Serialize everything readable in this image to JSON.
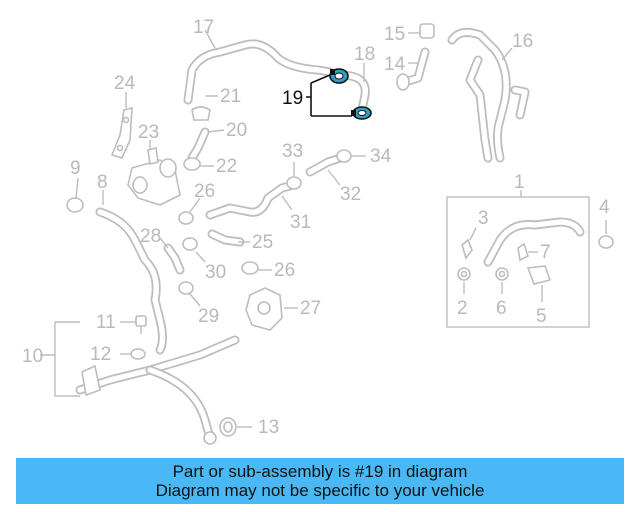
{
  "diagram": {
    "callouts": {
      "c1": "1",
      "c2": "2",
      "c3": "3",
      "c4": "4",
      "c5": "5",
      "c6": "6",
      "c7": "7",
      "c8": "8",
      "c9": "9",
      "c10": "10",
      "c11": "11",
      "c12": "12",
      "c13": "13",
      "c14": "14",
      "c15": "15",
      "c16": "16",
      "c17": "17",
      "c18": "18",
      "c19": "19",
      "c20": "20",
      "c21": "21",
      "c22": "22",
      "c23": "23",
      "c24": "24",
      "c25": "25",
      "c26a": "26",
      "c26b": "26",
      "c27": "27",
      "c28": "28",
      "c29": "29",
      "c30": "30",
      "c31": "31",
      "c32": "32",
      "c33": "33",
      "c34": "34"
    },
    "highlighted_part": "19",
    "highlight_color": "#2fa0c8"
  },
  "banner": {
    "line1": "Part or sub-assembly is #19 in diagram",
    "line2": "Diagram may not be specific to your vehicle",
    "background": "#4ab8f4"
  }
}
